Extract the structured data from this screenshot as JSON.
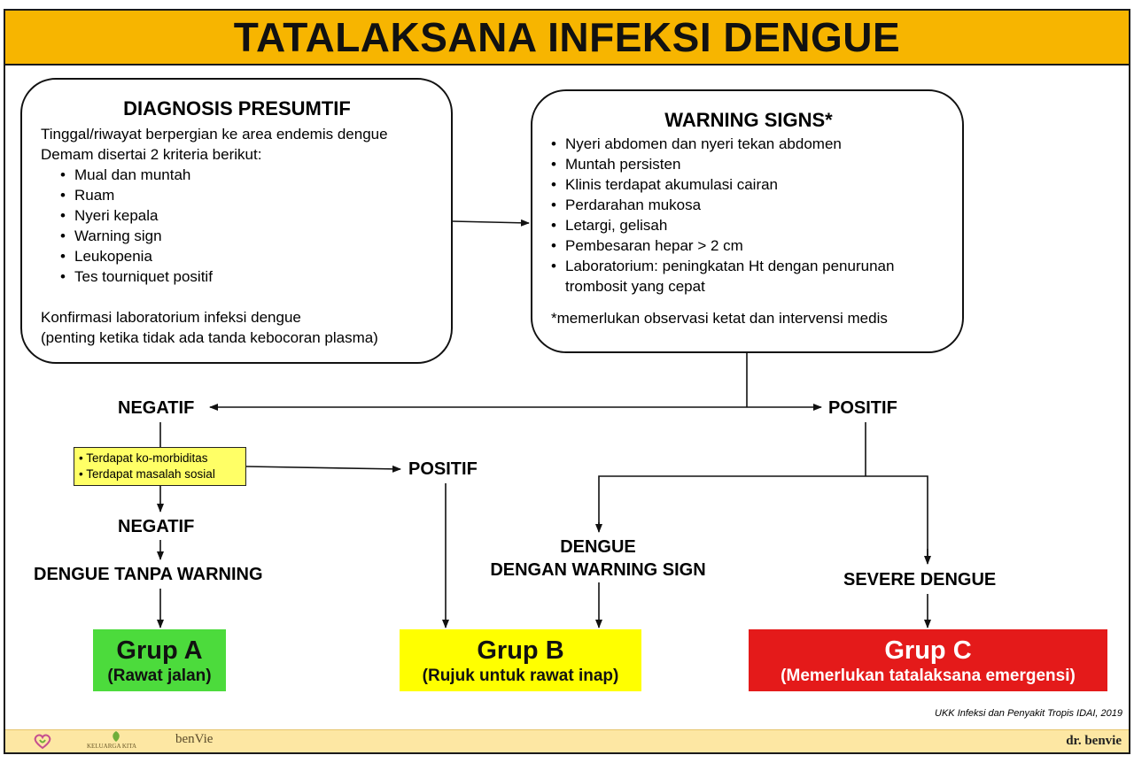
{
  "title": "TATALAKSANA INFEKSI DENGUE",
  "diagnosis": {
    "heading": "DIAGNOSIS PRESUMTIF",
    "line1": "Tinggal/riwayat berpergian ke area endemis dengue",
    "line2": "Demam disertai 2 kriteria berikut:",
    "criteria": [
      "Mual dan muntah",
      "Ruam",
      "Nyeri kepala",
      "Warning sign",
      "Leukopenia",
      "Tes tourniquet positif"
    ],
    "confirm1": "Konfirmasi laboratorium infeksi dengue",
    "confirm2": "(penting ketika tidak ada tanda kebocoran plasma)"
  },
  "warning": {
    "heading": "WARNING SIGNS*",
    "signs": [
      "Nyeri abdomen dan nyeri tekan abdomen",
      "Muntah persisten",
      "Klinis terdapat akumulasi cairan",
      "Perdarahan mukosa",
      "Letargi, gelisah",
      "Pembesaran hepar > 2 cm",
      "Laboratorium: peningkatan Ht dengan penurunan trombosit yang cepat"
    ],
    "note": "*memerlukan observasi ketat dan intervensi medis"
  },
  "flow": {
    "negatif_top": "NEGATIF",
    "positif_top": "POSITIF",
    "comorb": [
      "Terdapat ko-morbiditas",
      "Terdapat masalah sosial"
    ],
    "positif_mid": "POSITIF",
    "negatif_mid": "NEGATIF",
    "dengue_tanpa": "DENGUE TANPA WARNING",
    "dengue_dengan_1": "DENGUE",
    "dengue_dengan_2": "DENGAN WARNING SIGN",
    "severe": "SEVERE DENGUE"
  },
  "groups": {
    "a": {
      "title": "Grup A",
      "sub": "(Rawat jalan)"
    },
    "b": {
      "title": "Grup B",
      "sub": "(Rujuk untuk rawat inap)"
    },
    "c": {
      "title": "Grup C",
      "sub": "(Memerlukan tatalaksana emergensi)"
    }
  },
  "citation": "UKK Infeksi dan Penyakit Tropis IDAI, 2019",
  "footer": {
    "brand1": "KELUARGA KITA",
    "brand2": "benVie",
    "author": "dr. benvie"
  },
  "colors": {
    "title_bar": "#f7b500",
    "group_a": "#4cdb3c",
    "group_b": "#ffff00",
    "group_c": "#e41a1a",
    "note_box": "#ffff66",
    "footer": "#fde7a3"
  }
}
